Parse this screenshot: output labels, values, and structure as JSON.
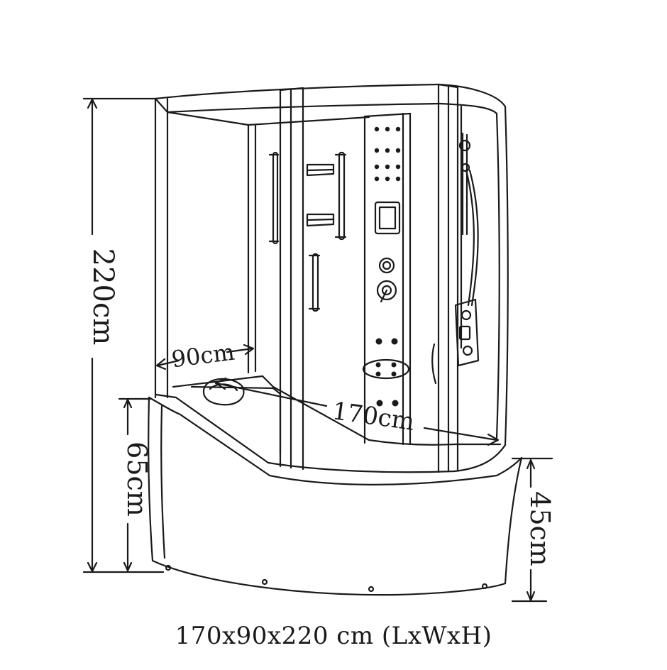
{
  "dimensions": {
    "height_label": "220cm",
    "width_label": "90cm",
    "length_label": "170cm",
    "tub_height_label": "65cm",
    "base_height_label": "45cm"
  },
  "caption": "170x90x220 cm (LxWxH)",
  "colors": {
    "line": "#1a1a1a",
    "background": "#ffffff"
  }
}
